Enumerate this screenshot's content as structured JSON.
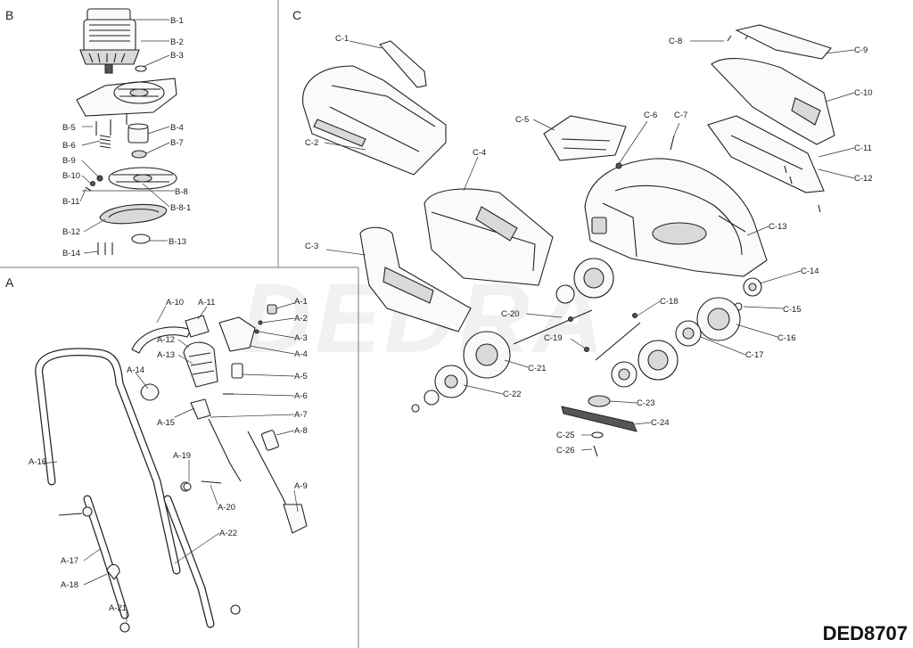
{
  "sections": {
    "a": "A",
    "b": "B",
    "c": "C"
  },
  "watermark": "DEDRA",
  "model": "DED8707",
  "labels": {
    "A-1": "A-1",
    "A-2": "A-2",
    "A-3": "A-3",
    "A-4": "A-4",
    "A-5": "A-5",
    "A-6": "A-6",
    "A-7": "A-7",
    "A-8": "A-8",
    "A-9": "A-9",
    "A-10": "A-10",
    "A-11": "A-11",
    "A-12": "A-12",
    "A-13": "A-13",
    "A-14": "A-14",
    "A-15": "A-15",
    "A-16": "A-16",
    "A-17": "A-17",
    "A-18": "A-18",
    "A-19": "A-19",
    "A-20": "A-20",
    "A-21": "A-21",
    "A-22": "A-22",
    "B-1": "B-1",
    "B-2": "B-2",
    "B-3": "B-3",
    "B-4": "B-4",
    "B-5": "B-5",
    "B-6": "B-6",
    "B-7": "B-7",
    "B-8": "B-8",
    "B-8-1": "B-8-1",
    "B-9": "B-9",
    "B-10": "B-10",
    "B-11": "B-11",
    "B-12": "B-12",
    "B-13": "B-13",
    "B-14": "B-14",
    "C-1": "C-1",
    "C-2": "C-2",
    "C-3": "C-3",
    "C-4": "C-4",
    "C-5": "C-5",
    "C-6": "C-6",
    "C-7": "C-7",
    "C-8": "C-8",
    "C-9": "C-9",
    "C-10": "C-10",
    "C-11": "C-11",
    "C-12": "C-12",
    "C-13": "C-13",
    "C-14": "C-14",
    "C-15": "C-15",
    "C-16": "C-16",
    "C-17": "C-17",
    "C-18": "C-18",
    "C-19": "C-19",
    "C-20": "C-20",
    "C-21": "C-21",
    "C-22": "C-22",
    "C-23": "C-23",
    "C-24": "C-24",
    "C-25": "C-25",
    "C-26": "C-26"
  }
}
